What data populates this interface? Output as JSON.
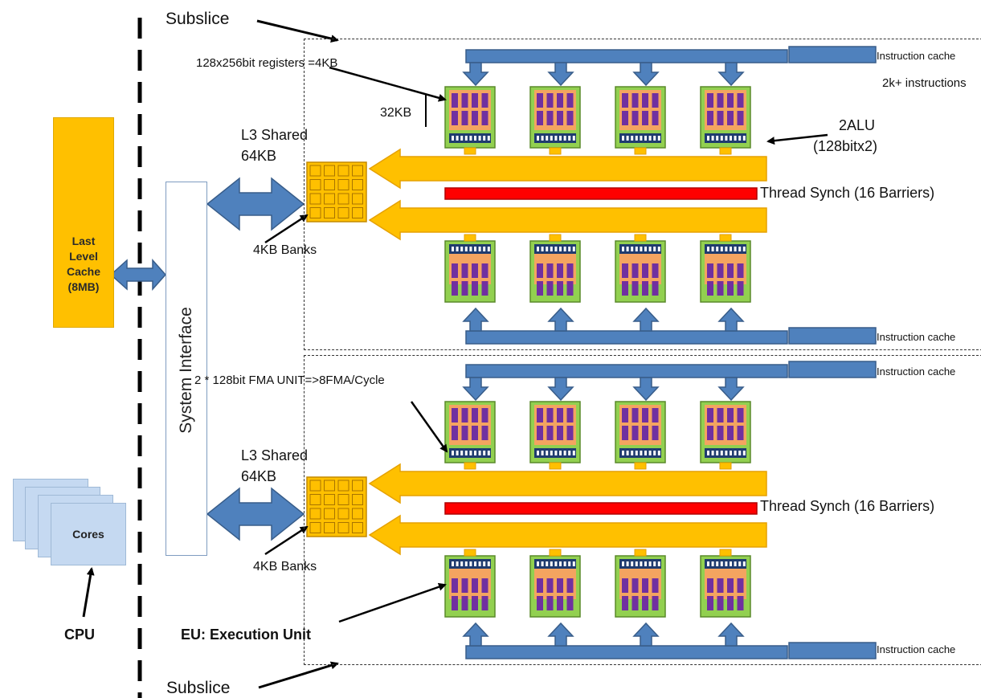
{
  "labels": {
    "subslice_top": "Subslice",
    "subslice_bottom": "Subslice",
    "registers": "128x256bit registers =4KB",
    "registers_size": "32KB",
    "l3_line1_top": "L3 Shared",
    "l3_line2_top": "64KB",
    "l3_line1_bottom": "L3 Shared",
    "l3_line2_bottom": "64KB",
    "banks_top": "4KB Banks",
    "banks_bottom": "4KB Banks",
    "alu_line1": "2ALU",
    "alu_line2": "(128bitx2)",
    "instructions_count": "2k+ instructions",
    "thread_synch_top": "Thread Synch (16 Barriers)",
    "thread_synch_bottom": "Thread Synch (16 Barriers)",
    "icache_1": "Instruction cache",
    "icache_2": "Instruction cache",
    "icache_3": "Instruction cache",
    "icache_4": "Instruction cache",
    "fma": "2 * 128bit FMA UNIT=>8FMA/Cycle",
    "eu": "EU: Execution Unit",
    "llc": "Last\nLevel\nCache\n(8MB)",
    "system_interface": "System Interface",
    "cores": "Cores",
    "cpu": "CPU"
  },
  "colors": {
    "llc_fill": "#ffc000",
    "arrow_blue": "#4f81bd",
    "arrow_blue_dark": "#385d8a",
    "bus_orange": "#ffc000",
    "bus_orange_edge": "#e6a100",
    "sync_red": "#ff0000",
    "eu_green": "#92d050",
    "eu_salmon": "#f4a460",
    "eu_purple": "#7030a0",
    "core_fill": "#c5d9f1"
  }
}
